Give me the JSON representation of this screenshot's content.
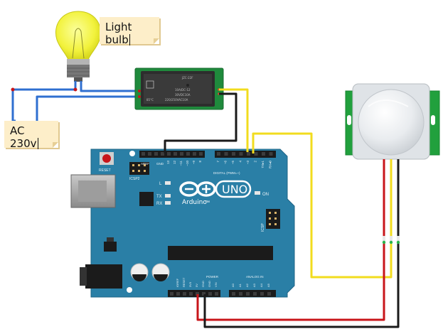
{
  "labels": {
    "bulb": "Light bulb",
    "ac": "AC 230v"
  },
  "relay": {
    "model": "JZC-22F",
    "line1": "10A/DC-12",
    "line2": "30VDC10A",
    "line3": "220/250VAC10A",
    "temp": "85°C"
  },
  "arduino": {
    "brand": "Arduino",
    "model": "UNO",
    "on": "ON",
    "reset": "RESET",
    "icsp2": "ICSP2",
    "icsp": "ICSP",
    "digital": "DIGITAL (PWM=~)",
    "power": "POWER",
    "analog_in": "ANALOG IN",
    "aref": "AREF",
    "gnd": "GND",
    "l": "L",
    "tx": "TX",
    "rx": "RX",
    "top_pins": [
      "13",
      "12",
      "~11",
      "~10",
      "~9",
      "8",
      "7",
      "~6",
      "~5",
      "4",
      "~3",
      "2",
      "TX▸1",
      "RX◂0"
    ],
    "power_pins": [
      "IOREF",
      "RESET",
      "3V3",
      "5V",
      "GND",
      "GND",
      "VIN"
    ],
    "analog_pins": [
      "A0",
      "A1",
      "A2",
      "A3",
      "A4",
      "A5"
    ]
  },
  "colors": {
    "board": "#2a7fa6",
    "wire_blue": "#2f6fd0",
    "wire_black": "#1a1a1a",
    "wire_yellow": "#f2dc1e",
    "wire_red": "#c8151a",
    "relay": "#1f8a3c",
    "pir": "#21a03d",
    "note": "#fdeec9"
  }
}
